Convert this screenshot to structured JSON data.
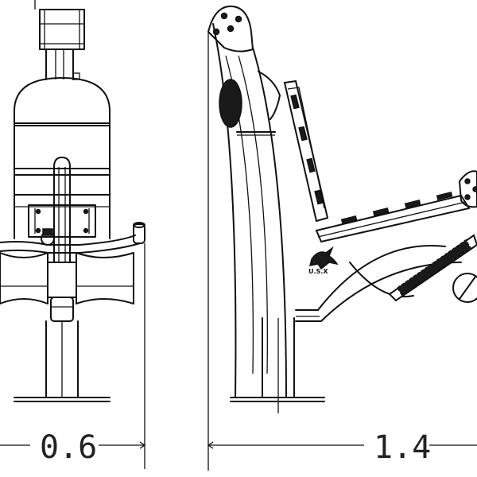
{
  "dimensions": {
    "front_width": "0.6",
    "side_length": "1.4"
  },
  "logo": {
    "text": "U.S.X"
  },
  "colors": {
    "line": "#111111",
    "background": "#ffffff"
  }
}
